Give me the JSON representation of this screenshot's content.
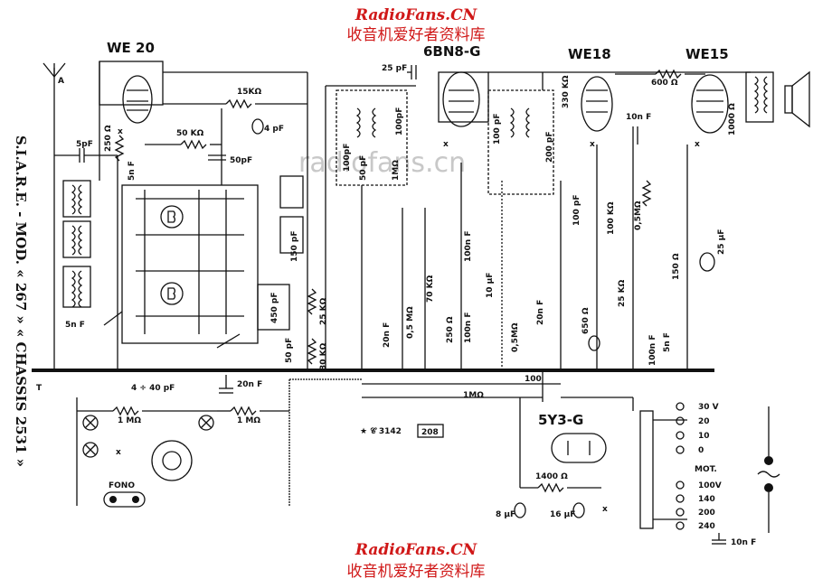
{
  "header": {
    "brand": "RadioFans.CN",
    "brand_cn": "收音机爱好者资料库"
  },
  "footer": {
    "brand": "RadioFans.CN",
    "brand_cn": "收音机爱好者资料库"
  },
  "watermark": "radiofans.cn",
  "side_title": "S.I.A.R.E. - MOD. « 267 » « CHASSIS 2531 »",
  "tubes": {
    "we20": "WE 20",
    "bn8g": "6BN8-G",
    "we18": "WE18",
    "we15": "WE15",
    "y3g": "5Y3-G"
  },
  "stamp": {
    "code": "★ 𝒞 3142",
    "box": "208"
  },
  "connectors": {
    "fono": "FONO",
    "mot": "MOT."
  },
  "voltages": [
    "30 V",
    "20",
    "10",
    "0",
    "100V",
    "140",
    "200",
    "240"
  ],
  "components": {
    "c_5pF_in": "5pF",
    "r_250": "250 Ω",
    "c_5nF": "5n F",
    "r_50k": "50 KΩ",
    "r_15k": "15KΩ",
    "c_4pF": "4 pF",
    "c_50pF": "50pF",
    "c_5nF2": "5n F",
    "c_25pF": "25 pF",
    "c_100pF_a": "100pF",
    "c_50pF_b": "50 pF",
    "r_1M_a": "1MΩ",
    "c_100pF_b": "100pF",
    "c_200pF": "200 pF",
    "c_100pF_c": "100 pF",
    "r_330k": "330 KΩ",
    "r_600": "600 Ω",
    "c_10nF": "10n F",
    "r_1000": "1000 Ω",
    "r_100k_a": "100 KΩ",
    "r_05M": "0,5MΩ",
    "c_25uF": "25 μF",
    "c_150pF": "150 pF",
    "r_25k": "25 KΩ",
    "r_30k": "30 KΩ",
    "c_50pF_c": "50 pF",
    "c_450pF": "450 pF",
    "c_20nF_a": "20n F",
    "r_05M_b": "0,5 MΩ",
    "r_70k": "70 KΩ",
    "r_250b": "250 Ω",
    "c_100nF": "100n F",
    "c_10uF": "10 μF",
    "r_05M_c": "0,5MΩ",
    "c_20nF_b": "20n F",
    "r_650": "650 Ω",
    "r_25k_b": "25 KΩ",
    "c_100nF_b": "100n F",
    "r_150": "150 Ω",
    "c_5nF3": "5n F",
    "c_100": "100",
    "c_4_40pF": "4 ÷ 40 pF",
    "r_1M_b": "1 MΩ",
    "c_20nF_c": "20n F",
    "r_1M_c": "1 MΩ",
    "r_1M_d": "1MΩ",
    "r_1400": "1400 Ω",
    "c_8uF": "8 μF",
    "c_16uF": "16 μF",
    "c_10nF_b": "10n F",
    "c_100pF_d": "100 pF",
    "c_100nF_c": "100n F",
    "x": "x",
    "a": "A",
    "t": "T"
  }
}
